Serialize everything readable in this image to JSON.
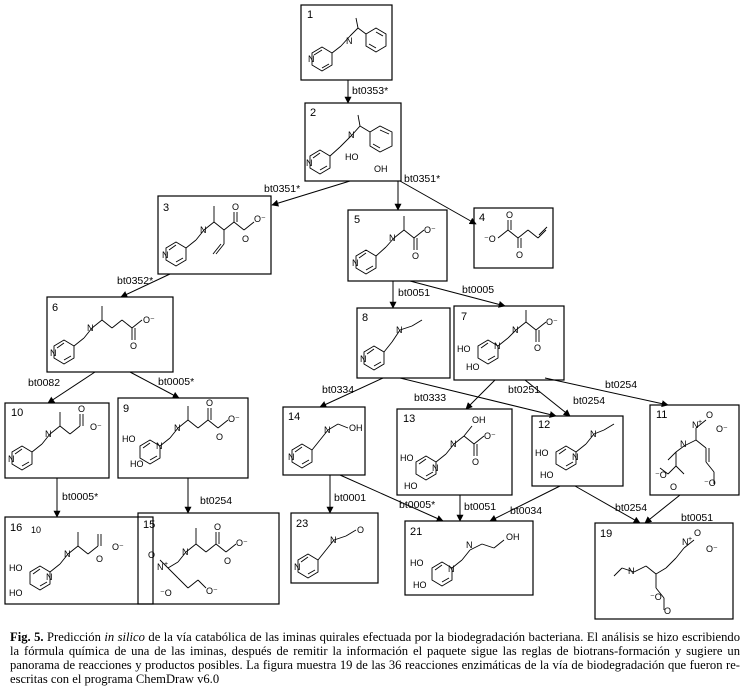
{
  "compounds": [
    {
      "id": "c1",
      "label": "1"
    },
    {
      "id": "c2",
      "label": "2"
    },
    {
      "id": "c3",
      "label": "3"
    },
    {
      "id": "c4",
      "label": "4"
    },
    {
      "id": "c5",
      "label": "5"
    },
    {
      "id": "c6",
      "label": "6"
    },
    {
      "id": "c7",
      "label": "7"
    },
    {
      "id": "c8",
      "label": "8"
    },
    {
      "id": "c9",
      "label": "9"
    },
    {
      "id": "c10",
      "label": "10"
    },
    {
      "id": "c11",
      "label": "11"
    },
    {
      "id": "c12",
      "label": "12"
    },
    {
      "id": "c13",
      "label": "13"
    },
    {
      "id": "c14",
      "label": "14"
    },
    {
      "id": "c15",
      "label": "15"
    },
    {
      "id": "c16",
      "label": "16"
    },
    {
      "id": "c16b",
      "label": "10"
    },
    {
      "id": "c19",
      "label": "19"
    },
    {
      "id": "c21",
      "label": "21"
    },
    {
      "id": "c23",
      "label": "23"
    }
  ],
  "reactions": {
    "r1": "bt0353*",
    "r2": "bt0351*",
    "r3": "bt0351*",
    "r4": "bt0352*",
    "r5": "bt0051",
    "r6": "bt0005",
    "r7": "bt0082",
    "r8": "bt0005*",
    "r9": "bt0334",
    "r10": "bt0333",
    "r11": "bt0251",
    "r12": "bt0254",
    "r13": "bt0254",
    "r14": "bt0005*",
    "r15": "bt0254",
    "r16": "bt0001",
    "r17": "bt0005*",
    "r18": "bt0051",
    "r19": "bt0034",
    "r20": "bt0254",
    "r21": "bt0051"
  },
  "atoms": {
    "N": "N",
    "HO": "HO",
    "OH": "OH",
    "O": "O",
    "Ominus": "O⁻",
    "minusO": "⁻O",
    "plus": "+"
  },
  "caption": {
    "label": "Fig. 5.",
    "part1": " Predicción ",
    "italic": "in silico",
    "part2": " de la vía catabólica de las iminas quirales efectuada por la biodegradación bacteriana. El análisis se hizo escribiendo la fórmula química de una de las iminas, después de remitir la información el paquete sigue las reglas de biotrans-formación y sugiere un panorama de reacciones y productos posibles. La figura muestra 19 de las 36 reacciones enzimáticas de la vía de biodegradación que fueron re-escritas con el programa ChemDraw v6.0"
  }
}
